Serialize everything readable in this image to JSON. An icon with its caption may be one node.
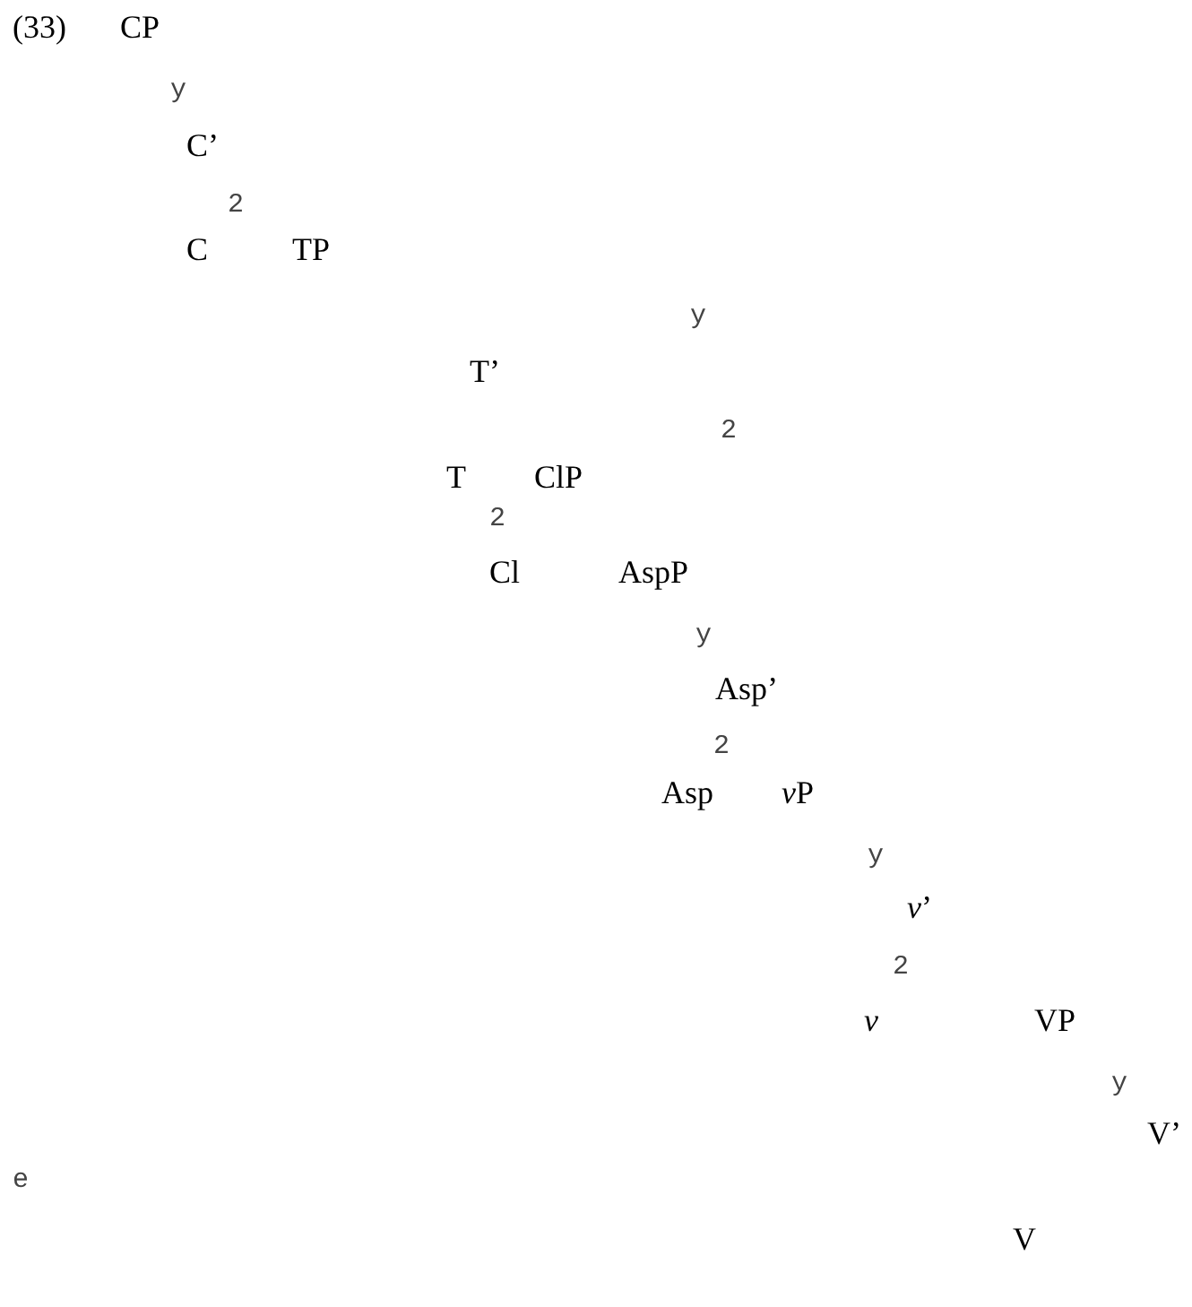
{
  "diagram": {
    "labels": [
      "(33)",
      "CP",
      "y",
      "C’",
      "2",
      "C",
      "TP",
      "y",
      "T’",
      "2",
      "T",
      "ClP",
      "2",
      "Cl",
      "AspP",
      "y",
      "Asp’",
      "2",
      "Asp",
      "vP",
      "y",
      "*v*’",
      "2",
      "v",
      "VP",
      "y",
      "V’",
      "e",
      "V"
    ]
  }
}
